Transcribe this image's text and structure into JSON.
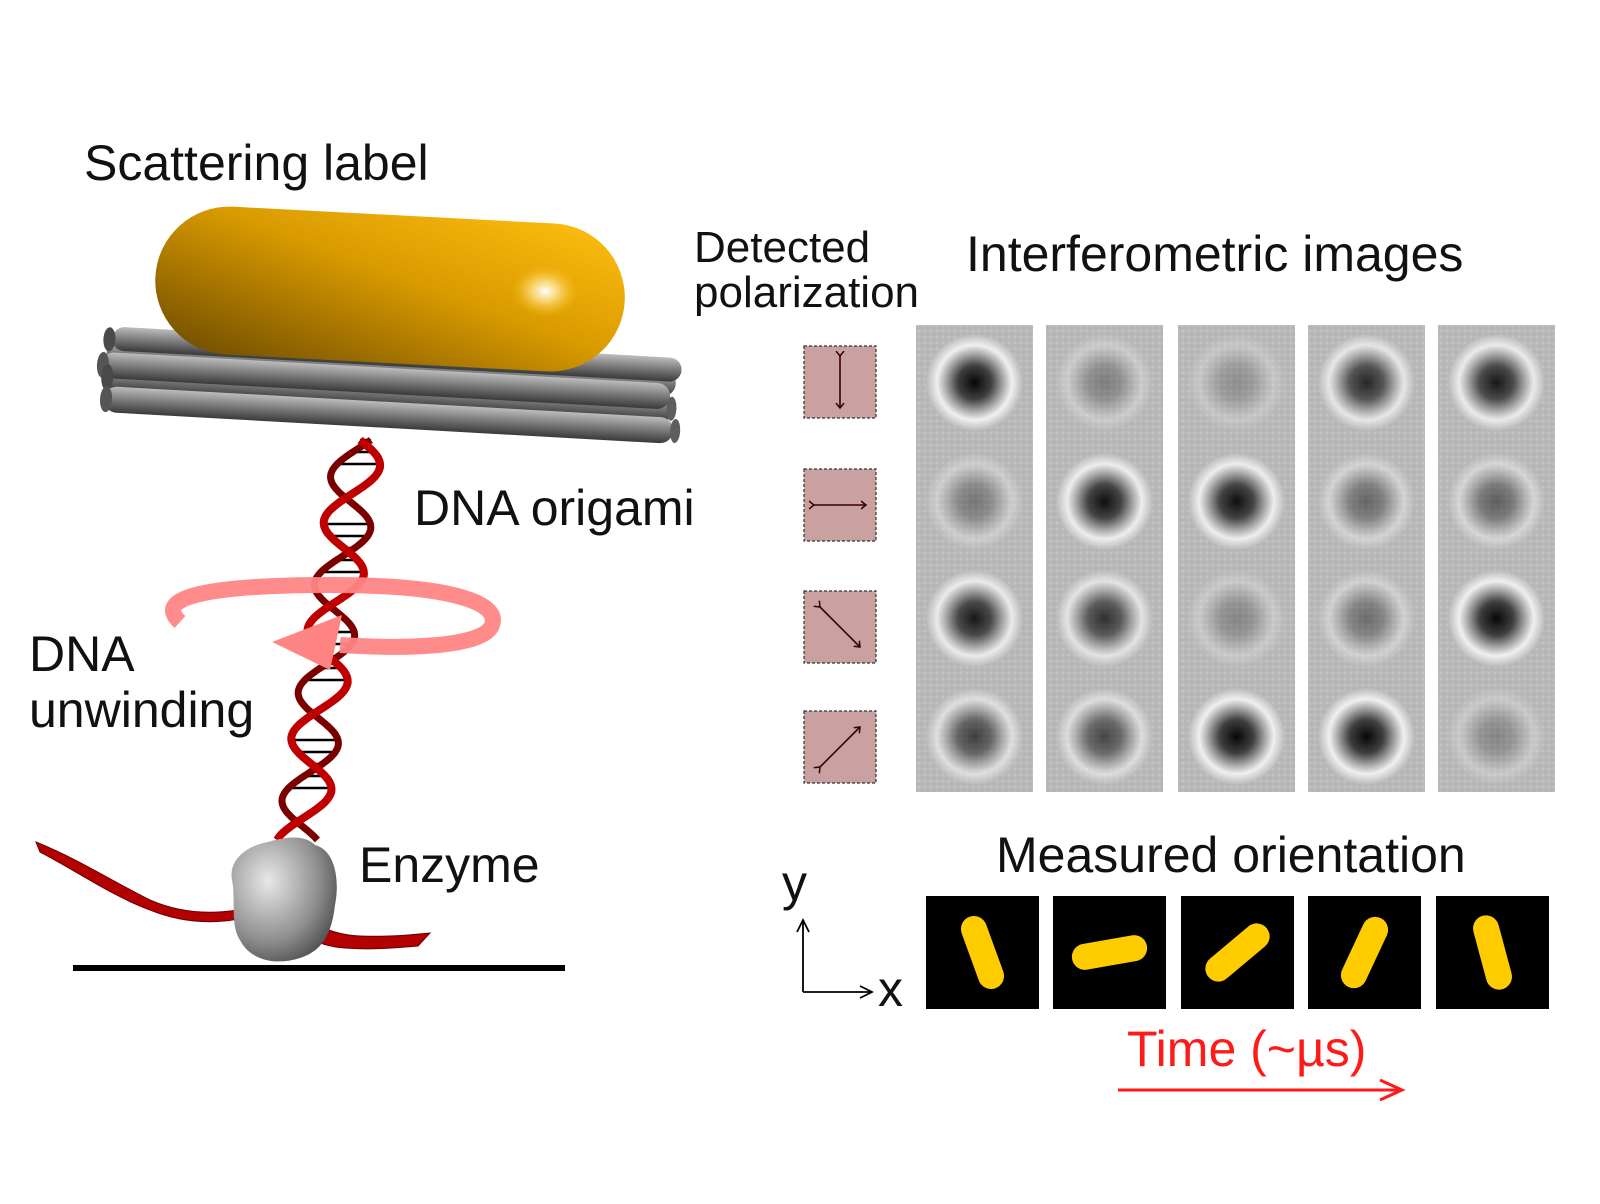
{
  "labels": {
    "scattering_label": "Scattering label",
    "dna_origami": "DNA origami",
    "dna_unwinding_line1": "DNA",
    "dna_unwinding_line2": "unwinding",
    "enzyme": "Enzyme",
    "detected_polarization_line1": "Detected",
    "detected_polarization_line2": "polarization",
    "interferometric_images": "Interferometric images",
    "measured_orientation": "Measured orientation",
    "axis_x": "x",
    "axis_y": "y",
    "time": "Time (~µs)"
  },
  "colors": {
    "gold": "#f5b000",
    "dna_red": "#b30000",
    "unwind_arrow": "#ff8080",
    "polarizer_fill": "#c9a1a1",
    "time_arrow": "#ff1a1a"
  },
  "polarizations": [
    "vertical",
    "horizontal",
    "diagonal-down",
    "diagonal-up"
  ],
  "interferometric_grid": [
    [
      0.95,
      0.2,
      0.1,
      0.75,
      0.85
    ],
    [
      0.25,
      0.9,
      0.9,
      0.35,
      0.4
    ],
    [
      0.85,
      0.7,
      0.15,
      0.3,
      0.95
    ],
    [
      0.6,
      0.55,
      0.95,
      0.95,
      0.15
    ]
  ],
  "measured_orientations_deg": [
    -20,
    80,
    50,
    25,
    -15
  ]
}
